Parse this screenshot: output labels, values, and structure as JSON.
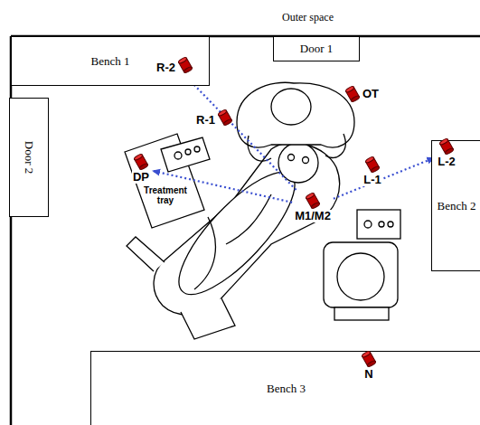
{
  "diagram": {
    "nodes": [
      {
        "text": [
          "Bench 1"
        ]
      },
      {
        "text": [
          "R-2"
        ]
      },
      {
        "text": [
          "Door 1"
        ]
      },
      {
        "text": [
          "OT"
        ]
      },
      {
        "text": [
          "Door 2"
        ]
      },
      {
        "text": [
          "R-1"
        ]
      },
      {
        "text": [
          "DP"
        ]
      },
      {
        "text": [
          "Treatment tray"
        ]
      },
      {
        "text": [
          "L-1"
        ]
      },
      {
        "text": [
          "L-2"
        ]
      },
      {
        "text": [
          "Bench 2"
        ]
      },
      {
        "text": [
          "M1/M2"
        ]
      },
      {
        "text": [
          "Bench 3"
        ]
      },
      {
        "text": [
          "N"
        ]
      }
    ],
    "edges": [
      {
        "from": 11,
        "to": 1,
        "arrow": "to"
      },
      {
        "from": 11,
        "to": 6,
        "arrow": "to"
      },
      {
        "from": 11,
        "to": 9,
        "arrow": "to"
      }
    ],
    "labels": [
      "Outer space"
    ]
  }
}
